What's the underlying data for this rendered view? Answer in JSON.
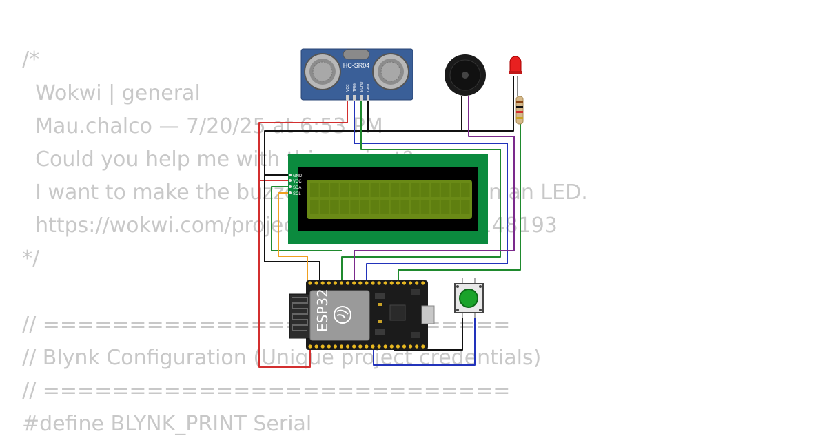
{
  "code_lines": [
    "/*",
    "  Wokwi | general",
    "  Mau.chalco — 7/20/25 at 6:53 PM",
    "  Could you help me with this project?",
    "  I want to make the buzzer sound and turn on an LED.",
    "  https://wokwi.com/projects/437148734263148193",
    "*/",
    "",
    "// ===========================",
    "// Blynk Configuration (Unique project credentials)",
    "// ===========================",
    "#define BLYNK_PRINT Serial"
  ],
  "sensor": {
    "model": "HC-SR04",
    "pins": [
      "VCC",
      "TRIG",
      "ECHO",
      "GND"
    ]
  },
  "lcd": {
    "pins": [
      "GND",
      "VCC",
      "SDA",
      "SCL"
    ]
  },
  "board": {
    "chip_label": "ESP32"
  },
  "colors": {
    "wire_red": "#d32f2f",
    "wire_black": "#111111",
    "wire_blue": "#2233bb",
    "wire_green": "#1f8a2e",
    "wire_purple": "#7b2a8c",
    "wire_orange": "#f0a020",
    "lcd_board": "#0b8a3e",
    "lcd_screen": "#6a8a16",
    "sensor_board": "#3a5f98",
    "button_green": "#1aa32a"
  }
}
